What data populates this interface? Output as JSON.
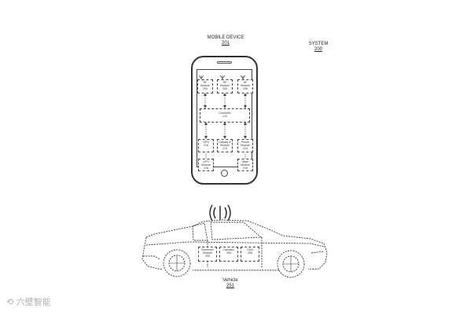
{
  "labels": {
    "mobile_device_title": "MOBILE DEVICE",
    "mobile_device_ref": "201",
    "system_title": "SYSTEM",
    "system_ref": "200",
    "vehicle_title": "Vehicle",
    "vehicle_ref": "251"
  },
  "phone_modules": {
    "rf1": {
      "line1": "RF",
      "line2": "Module",
      "line3": "204"
    },
    "rf2": {
      "line1": "RF",
      "line2": "Module",
      "line3": "205"
    },
    "rf3": {
      "line1": "RF",
      "line2": "Module",
      "line3": "206"
    },
    "controller": {
      "line1": "Controller",
      "line2": "210"
    },
    "gps1": {
      "line1": "GPS",
      "line2": "215"
    },
    "display": {
      "line1": "Display &",
      "line2": "Module",
      "line3": "213"
    },
    "power": {
      "line1": "Power",
      "line2": "Module",
      "line3": "214"
    },
    "gps2": {
      "line1": "GPS",
      "line2": "Module",
      "line3": "216"
    },
    "other": {
      "line1": "Other",
      "line2": "Module",
      "line3": "218"
    }
  },
  "vehicle_modules": {
    "bluetooth": {
      "line1": "Bluetooth",
      "line2": "Module",
      "line3": "253"
    },
    "operator": {
      "line1": "Operator",
      "line2": "254"
    },
    "can": {
      "line1": "CAN",
      "line2": "255"
    }
  },
  "watermark": "六壁智能"
}
